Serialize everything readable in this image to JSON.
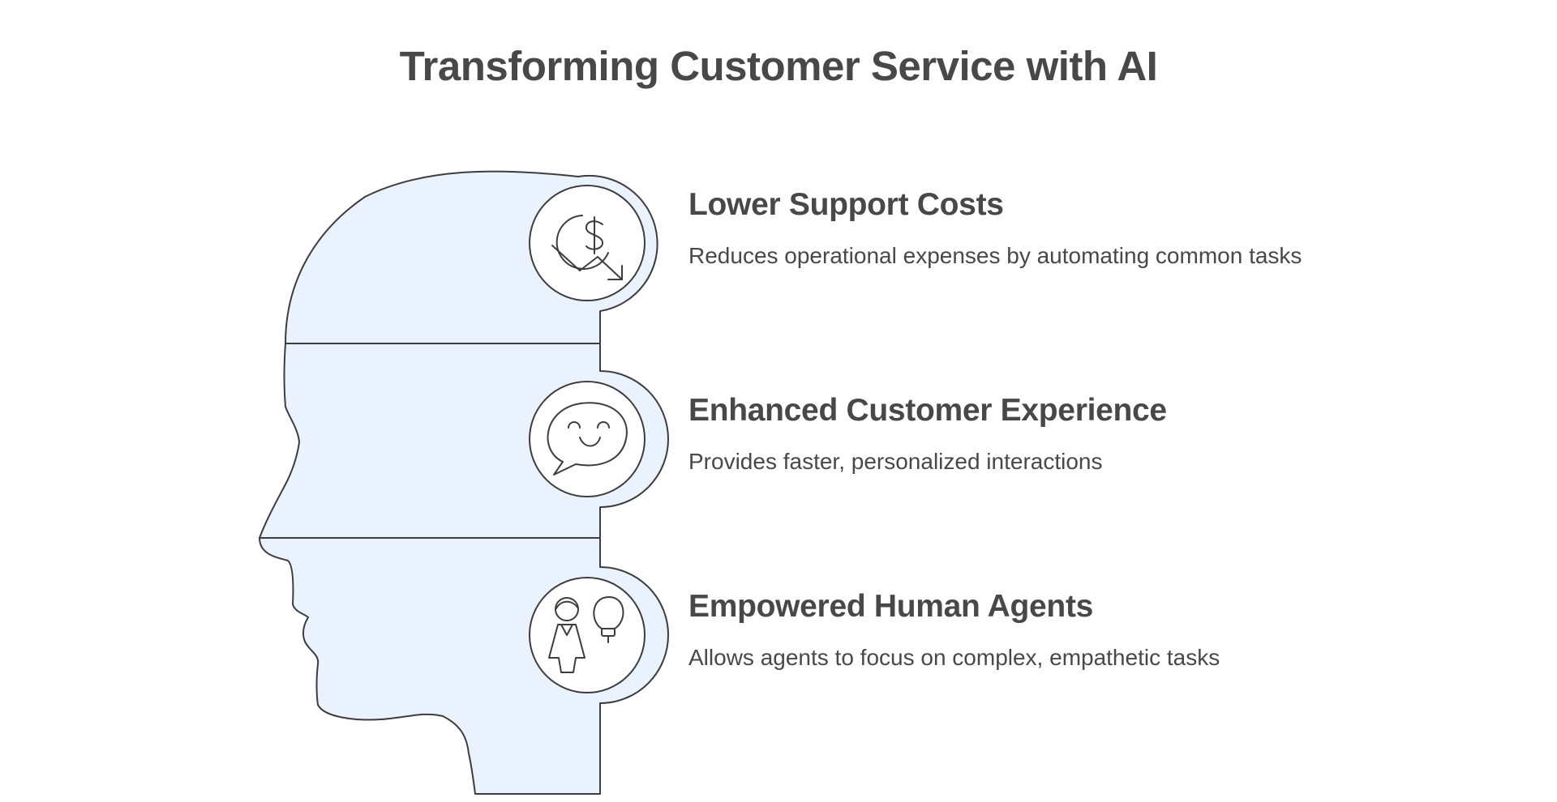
{
  "title": "Transforming Customer Service with AI",
  "colors": {
    "head_fill": "#eaf2fd",
    "stroke": "#3d3d3d",
    "text": "#484848",
    "background": "#ffffff"
  },
  "items": [
    {
      "heading": "Lower Support Costs",
      "description": "Reduces operational expenses by automating common tasks",
      "icon": "dollar-down-trend-icon"
    },
    {
      "heading": "Enhanced Customer Experience",
      "description": "Provides faster, personalized interactions",
      "icon": "smiling-chat-bubble-icon"
    },
    {
      "heading": "Empowered Human Agents",
      "description": "Allows agents to focus on complex, empathetic tasks",
      "icon": "agent-with-lightbulb-icon"
    }
  ]
}
